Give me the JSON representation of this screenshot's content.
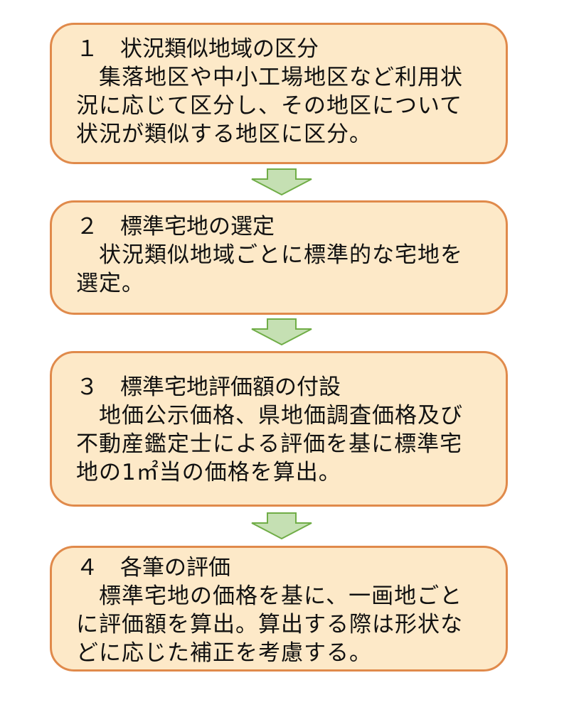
{
  "steps": [
    {
      "title": "１　状況類似地域の区分",
      "lines": [
        "　集落地区や中小工場地区など利用状",
        "況に応じて区分し、その地区について",
        "状況が類似する地区に区分。"
      ]
    },
    {
      "title": "２　標準宅地の選定",
      "lines": [
        "　状況類似地域ごとに標準的な宅地を",
        "選定。"
      ]
    },
    {
      "title": "３　標準宅地評価額の付設",
      "lines": [
        "　地価公示価格、県地価調査価格及び",
        "不動産鑑定士による評価を基に標準宅",
        "地の1㎡当の価格を算出。"
      ]
    },
    {
      "title": "４　各筆の評価",
      "lines": [
        "　標準宅地の価格を基に、一画地ごと",
        "に評価額を算出。算出する際は形状な",
        "どに応じた補正を考慮する。"
      ]
    }
  ],
  "colors": {
    "box_fill": "#fde9c8",
    "box_border": "#e08a4b",
    "arrow_fill": "#c5e0b3",
    "arrow_border": "#70ad47"
  }
}
